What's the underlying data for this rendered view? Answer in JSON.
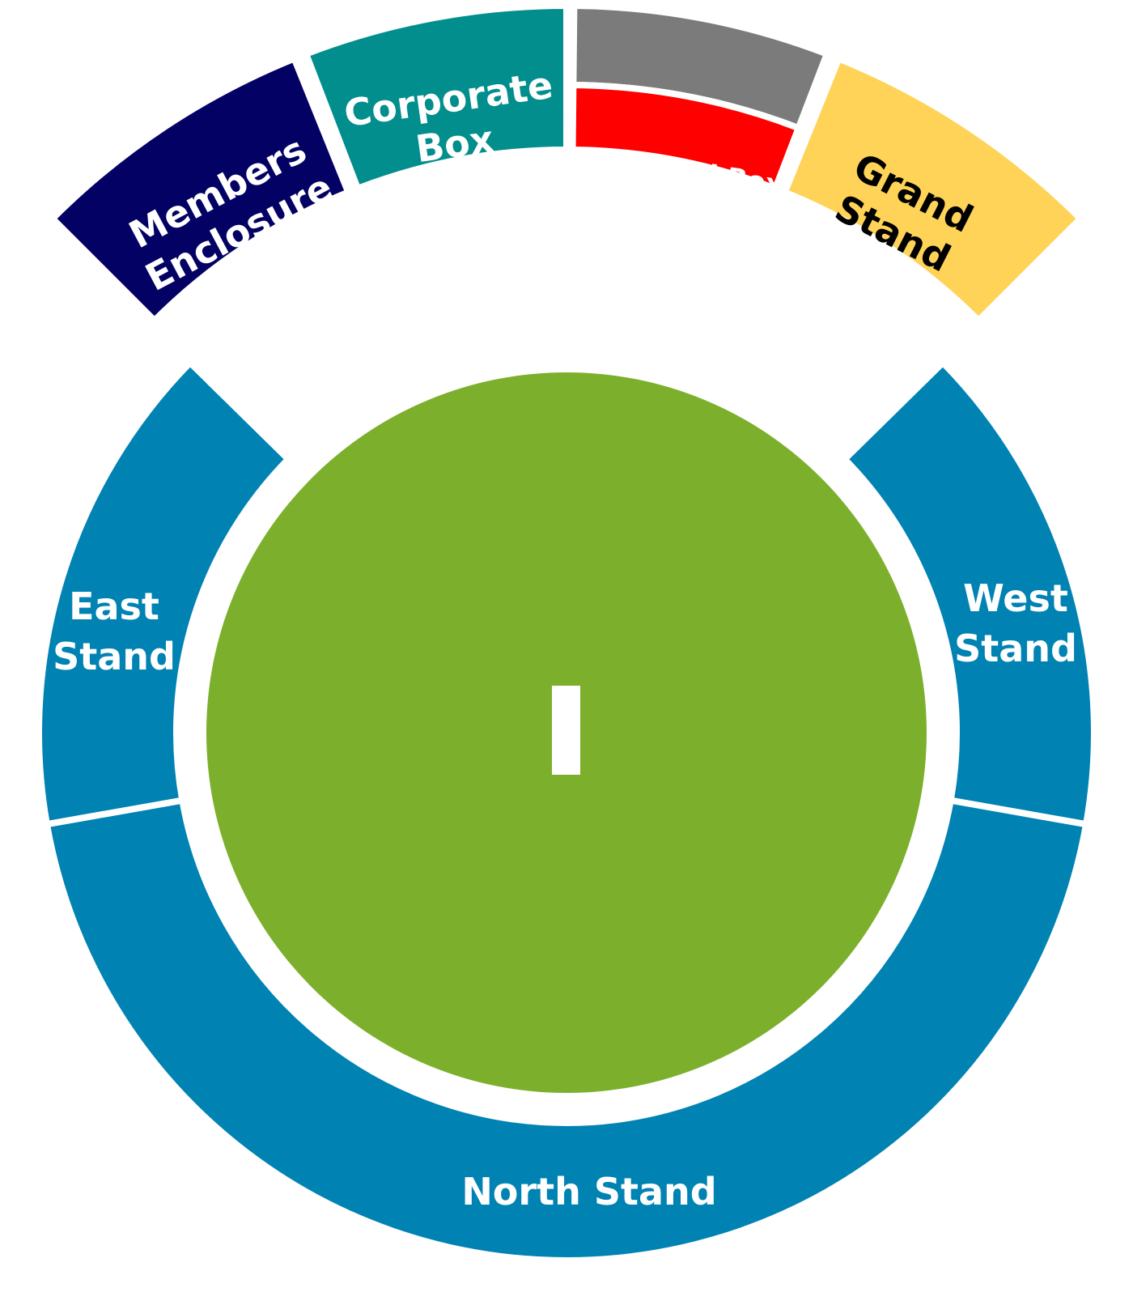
{
  "stadium": {
    "field_color": "#7cb02c",
    "pitch_color": "#ffffff",
    "sections": [
      {
        "id": "members-enclosure",
        "lines": [
          "Members",
          "Enclosure"
        ],
        "color": "#030164",
        "text_color": "#ffffff"
      },
      {
        "id": "corporate-box",
        "lines": [
          "Corporate",
          "Box"
        ],
        "color": "#028e8d",
        "text_color": "#ffffff"
      },
      {
        "id": "diamond-box-upper",
        "lines": [],
        "color": "#7b7b7b",
        "text_color": "#ffffff"
      },
      {
        "id": "diamond-box",
        "lines": [
          "Diamond Box"
        ],
        "color": "#fe0000",
        "text_color": "#ffffff"
      },
      {
        "id": "grand-stand",
        "lines": [
          "Grand",
          "Stand"
        ],
        "color": "#fed357",
        "text_color": "#000000"
      },
      {
        "id": "east-stand",
        "lines": [
          "East",
          "Stand"
        ],
        "color": "#0083b3",
        "text_color": "#ffffff"
      },
      {
        "id": "west-stand",
        "lines": [
          "West",
          "Stand"
        ],
        "color": "#0083b3",
        "text_color": "#ffffff"
      },
      {
        "id": "north-stand",
        "lines": [
          "North Stand"
        ],
        "color": "#0083b3",
        "text_color": "#ffffff"
      }
    ]
  }
}
